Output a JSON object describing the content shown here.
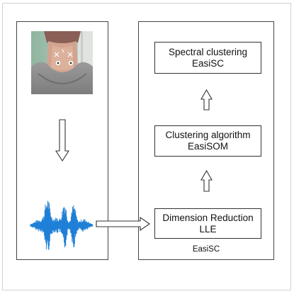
{
  "title": "",
  "left_panel": {
    "photo": "neck photo with sensor markers",
    "waveform": "audio waveform"
  },
  "right_panel": {
    "caption": "EasiSC",
    "steps": [
      {
        "line1": "Spectral clustering",
        "line2": "EasiSC"
      },
      {
        "line1": "Clustering algorithm",
        "line2": "EasiSOM"
      },
      {
        "line1": "Dimension Reduction",
        "line2": "LLE"
      }
    ]
  },
  "colors": {
    "waveform": "#1f7fd6",
    "arrow_stroke": "#333333",
    "panel_border": "#444444"
  },
  "icons": [
    "down-arrow-icon",
    "right-arrow-icon",
    "up-arrow-icon"
  ]
}
